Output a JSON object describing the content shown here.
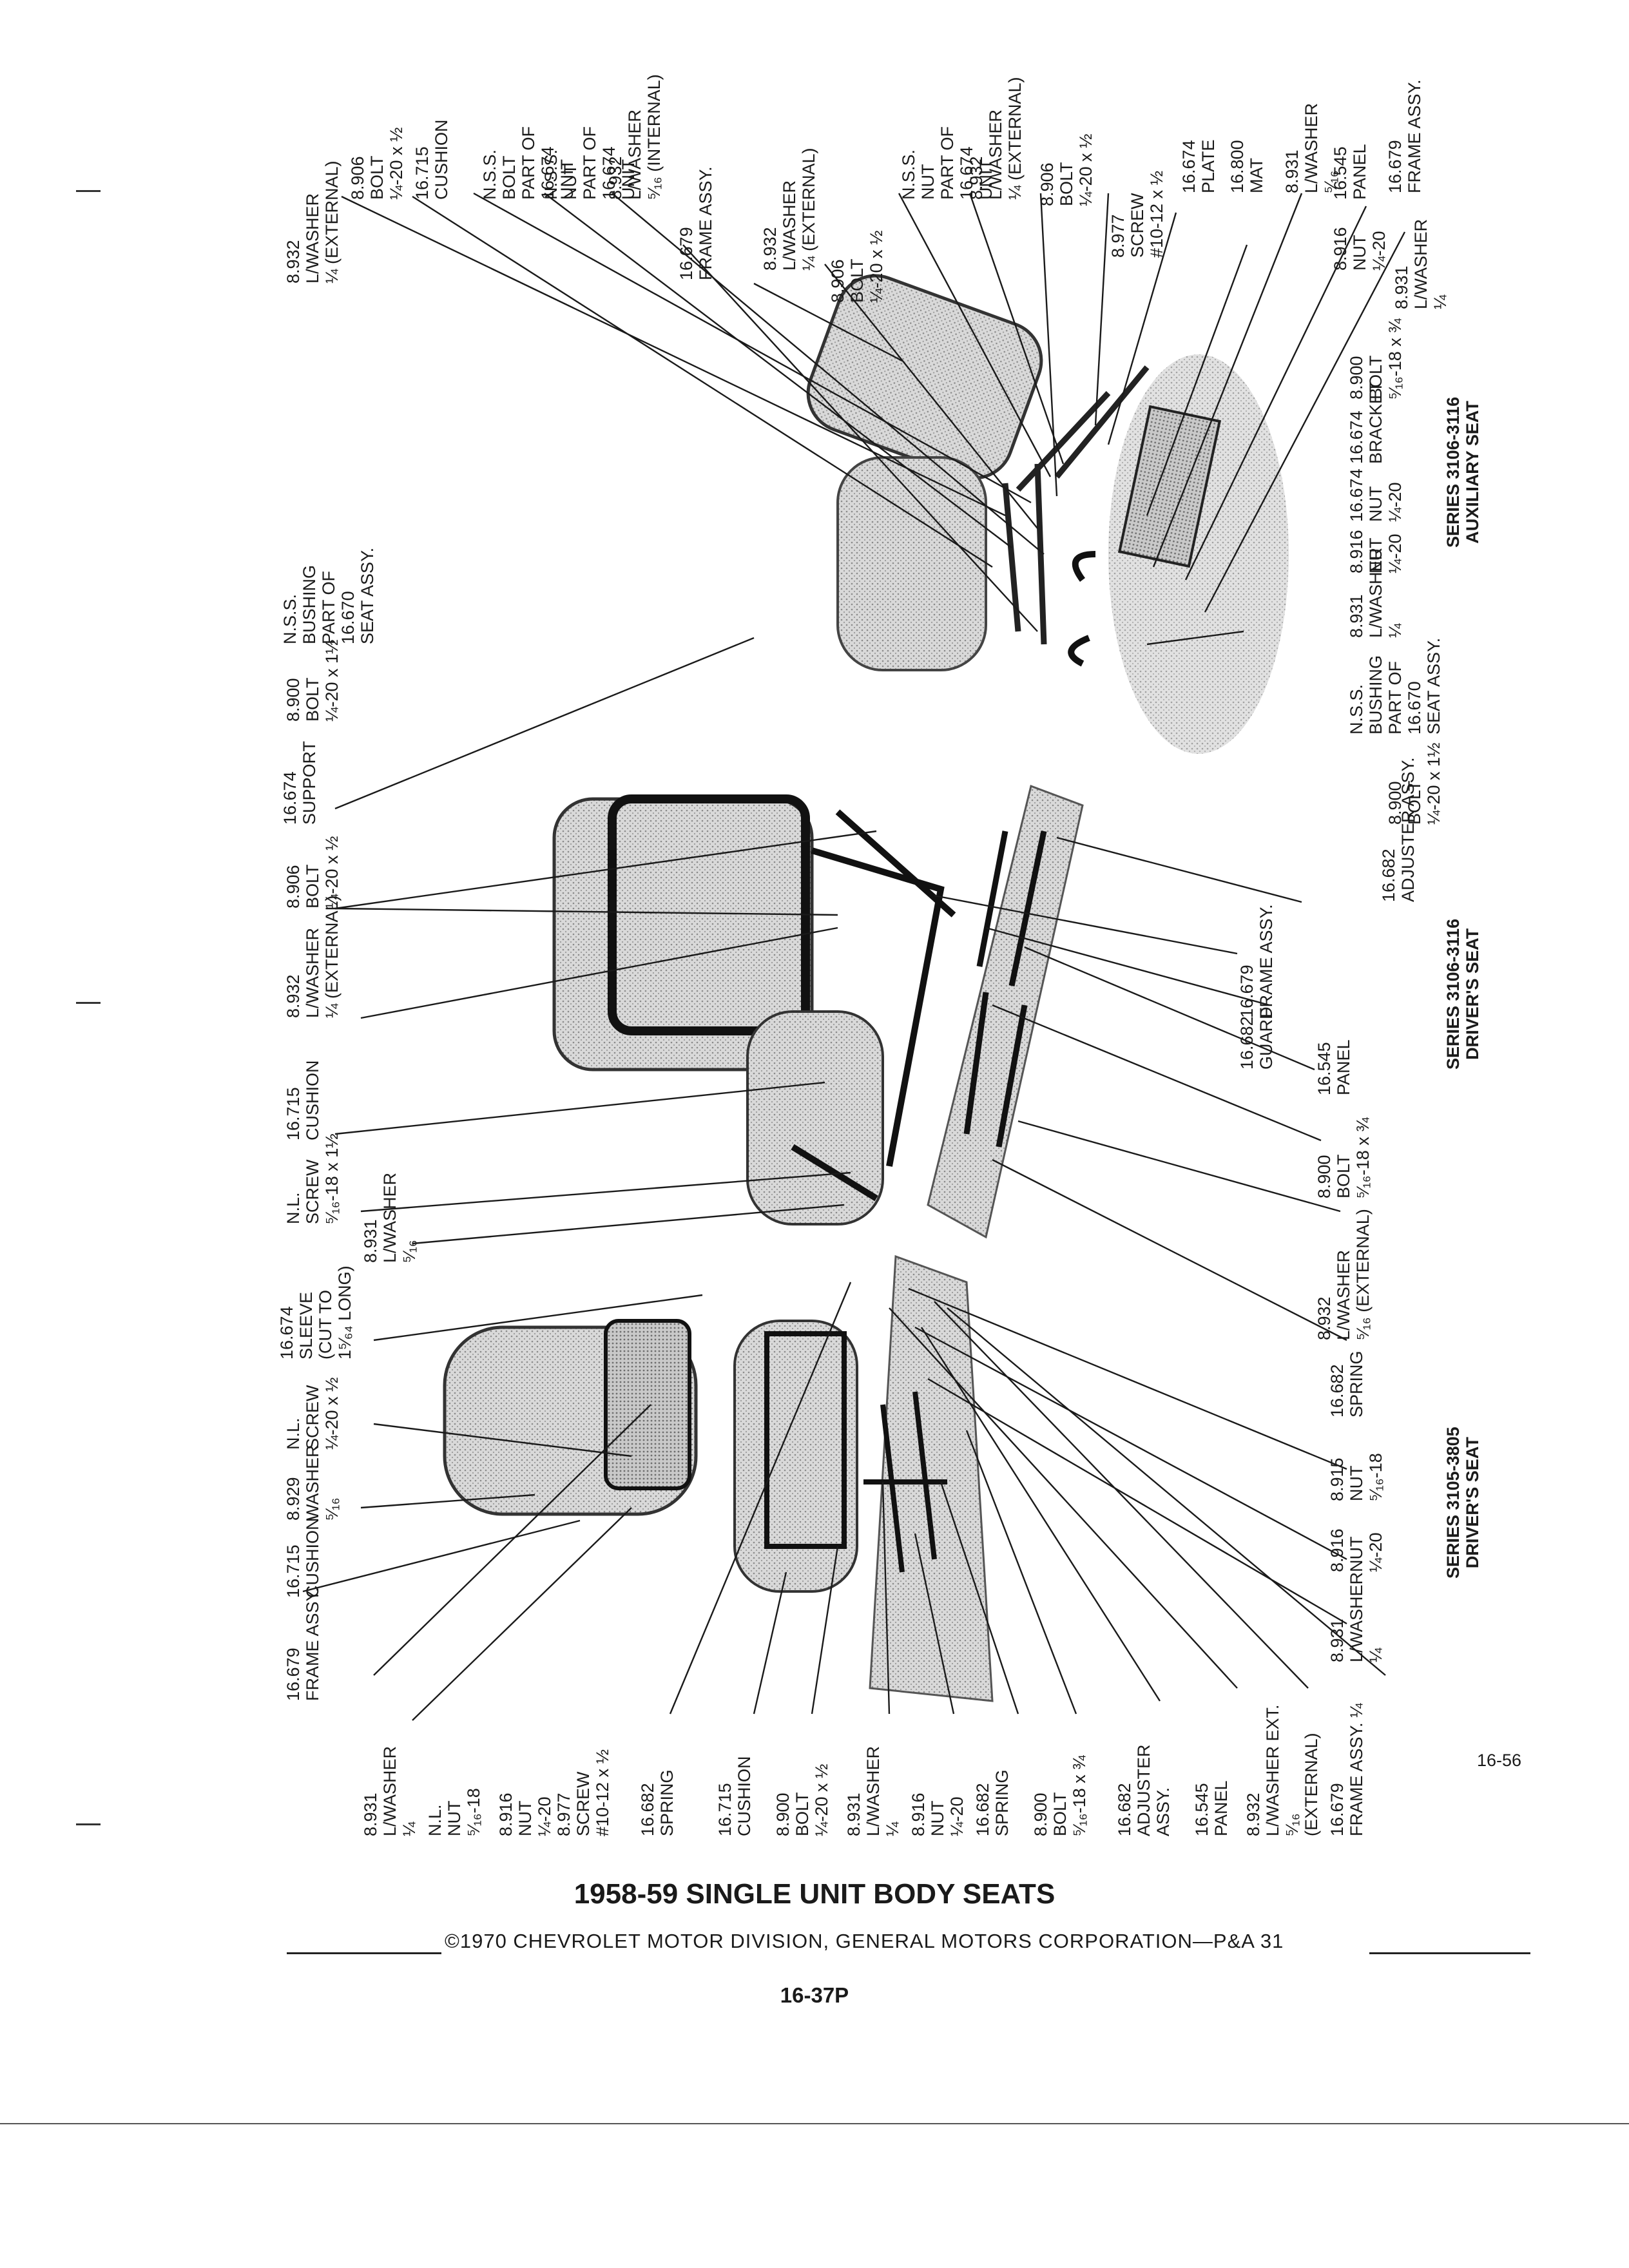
{
  "page": {
    "title": "1958-59 SINGLE UNIT BODY SEATS",
    "copyright": "©1970 CHEVROLET MOTOR DIVISION, GENERAL MOTORS CORPORATION—P&A 31",
    "page_number": "16-37P",
    "side_page_number": "16-56"
  },
  "series": [
    {
      "text": "SERIES 3106-3116\nAUXILIARY SEAT"
    },
    {
      "text": "SERIES 3106-3116\nDRIVER'S SEAT"
    },
    {
      "text": "SERIES 3105-3805\nDRIVER'S SEAT"
    }
  ],
  "labels_top": [
    {
      "text": "8.932\nL/WASHER\n¼ (EXTERNAL)"
    },
    {
      "text": "8.906\nBOLT\n¼-20 x ½"
    },
    {
      "text": "16.715\nCUSHION"
    },
    {
      "text": "N.S.S.\nBOLT\nPART OF\n16.674\nUNIT"
    },
    {
      "text": "N.S.S.\nNUT\nPART OF\n16.674\nUNIT"
    },
    {
      "text": "8.932\nL/WASHER\n⁵⁄₁₆ (INTERNAL)"
    },
    {
      "text": "16.679\nFRAME ASSY."
    },
    {
      "text": "8.932\nL/WASHER\n¼ (EXTERNAL)"
    },
    {
      "text": "8.906\nBOLT\n¼-20 x ½"
    },
    {
      "text": "N.S.S.\nNUT\nPART OF\n16.674\nUNIT"
    },
    {
      "text": "8.932\nL/WASHER\n¼ (EXTERNAL)"
    },
    {
      "text": "8.906\nBOLT\n¼-20 x ½"
    },
    {
      "text": "8.977\nSCREW\n#10-12 x ½"
    },
    {
      "text": "16.674\nPLATE"
    },
    {
      "text": "16.800\nMAT"
    },
    {
      "text": "8.931\nL/WASHER\n⁵⁄₁₆"
    },
    {
      "text": "16.545\nPANEL"
    },
    {
      "text": "16.679\nFRAME ASSY."
    },
    {
      "text": "8.916\nNUT\n¼-20"
    },
    {
      "text": "8.931\nL/WASHER\n¼"
    },
    {
      "text": "N.S.S.\nBUSHING\nPART OF\n16.670\nSEAT ASSY."
    },
    {
      "text": "8.900\nBOLT\n¼-20 x 1½"
    },
    {
      "text": "16.674\nSUPPORT"
    },
    {
      "text": "8.906\nBOLT\n¼-20 x ½"
    },
    {
      "text": "8.932\nL/WASHER\n¼ (EXTERNAL)"
    },
    {
      "text": "16.715\nCUSHION"
    },
    {
      "text": "N.L.\nSCREW\n⁵⁄₁₆-18 x 1½"
    },
    {
      "text": "8.931\nL/WASHER\n⁵⁄₁₆"
    },
    {
      "text": "16.674\nSLEEVE\n(CUT TO\n1⁵⁄₆₄ LONG)"
    },
    {
      "text": "N.L.\nSCREW\n¼-20 x ½"
    },
    {
      "text": "8.929\nWASHER\n⁵⁄₁₆"
    },
    {
      "text": "16.715\nCUSHION"
    },
    {
      "text": "16.679\nFRAME ASSY."
    }
  ],
  "labels_right": [
    {
      "text": "8.900\nBOLT\n⁵⁄₁₆-18 x ¾"
    },
    {
      "text": "16.674\nBRACKET"
    },
    {
      "text": "16.674\nNUT\n¼-20"
    },
    {
      "text": "8.916\nNUT\n¼-20"
    },
    {
      "text": "8.931\nL/WASHER\n¼"
    },
    {
      "text": "N.S.S.\nBUSHING\nPART OF\n16.670\nSEAT ASSY."
    },
    {
      "text": "8.900\nBOLT\n¼-20 x 1½"
    },
    {
      "text": "16.682\nADJUSTER ASSY."
    },
    {
      "text": "16.679\nFRAME ASSY."
    },
    {
      "text": "16.682\nGUARD"
    },
    {
      "text": "16.545\nPANEL"
    },
    {
      "text": "8.900\nBOLT\n⁵⁄₁₆-18 x ¾"
    },
    {
      "text": "8.932\nL/WASHER\n⁵⁄₁₆ (EXTERNAL)"
    },
    {
      "text": "16.682\nSPRING"
    },
    {
      "text": "8.915\nNUT\n⁵⁄₁₆-18"
    },
    {
      "text": "8.916\nNUT\n¼-20"
    },
    {
      "text": "8.931\nL/WASHER\n¼"
    }
  ],
  "labels_bottom": [
    {
      "text": "8.931\nL/WASHER\n¼"
    },
    {
      "text": "N.L.\nNUT\n⁵⁄₁₆-18"
    },
    {
      "text": "8.916\nNUT\n¼-20"
    },
    {
      "text": "8.977\nSCREW\n#10-12 x ½"
    },
    {
      "text": "16.682\nSPRING"
    },
    {
      "text": "16.715\nCUSHION"
    },
    {
      "text": "8.900\nBOLT\n¼-20 x ½"
    },
    {
      "text": "8.931\nL/WASHER\n¼"
    },
    {
      "text": "8.916\nNUT\n¼-20"
    },
    {
      "text": "16.682\nSPRING"
    },
    {
      "text": "8.900\nBOLT\n⁵⁄₁₆-18 x ¾"
    },
    {
      "text": "16.682\nADJUSTER\nASSY."
    },
    {
      "text": "16.545\nPANEL"
    },
    {
      "text": "8.932\nL/WASHER EXT.\n⁵⁄₁₆\n(EXTERNAL)"
    },
    {
      "text": "16.679\nFRAME ASSY. ¼"
    }
  ]
}
